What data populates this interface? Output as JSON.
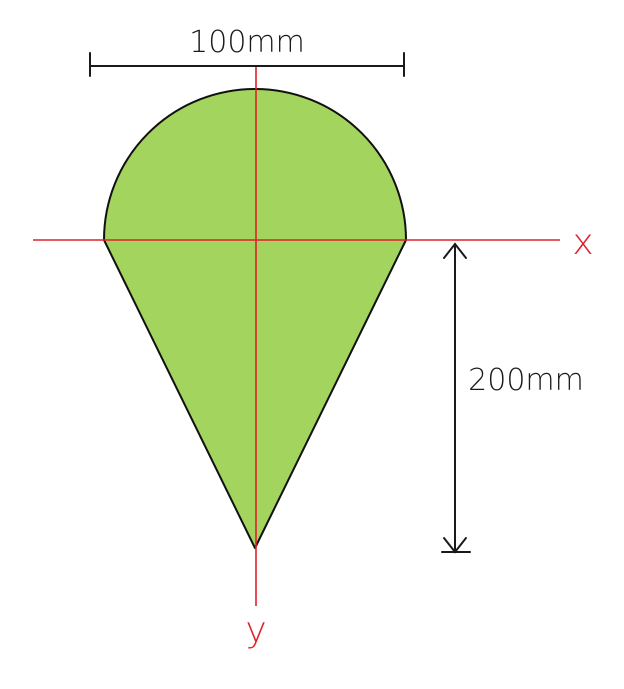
{
  "dimensions": {
    "width_label": "100mm",
    "height_label": "200mm"
  },
  "axes": {
    "x_label": "x",
    "y_label": "y"
  },
  "colors": {
    "fill": "#a2d45e",
    "outline": "#111111",
    "axis": "#e0202a",
    "dimension": "#1a1a1a"
  }
}
